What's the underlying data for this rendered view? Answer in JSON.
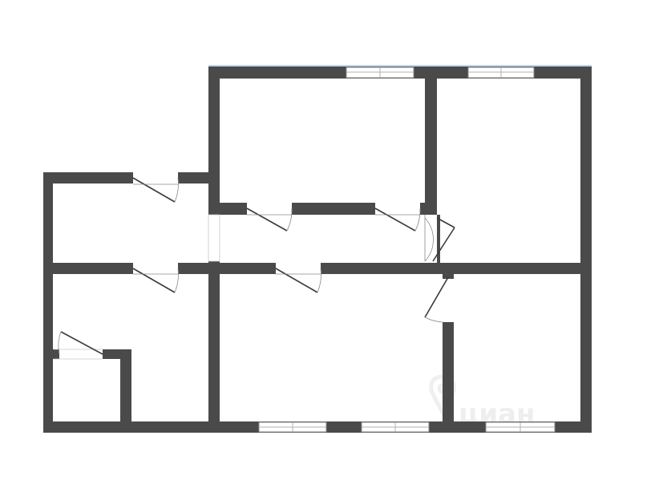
{
  "plan": {
    "wall_color": "#4a4a4a",
    "background_color": "#ffffff",
    "accent_line_color": "#7fb0d8"
  },
  "watermark": {
    "text": "циан",
    "icon": "map-pin-icon"
  },
  "rooms": [
    {
      "id": "room-top-left"
    },
    {
      "id": "room-top-right"
    },
    {
      "id": "corridor"
    },
    {
      "id": "entry-hall"
    },
    {
      "id": "hall"
    },
    {
      "id": "storage-closet"
    },
    {
      "id": "room-bottom-middle"
    },
    {
      "id": "room-bottom-right"
    }
  ]
}
